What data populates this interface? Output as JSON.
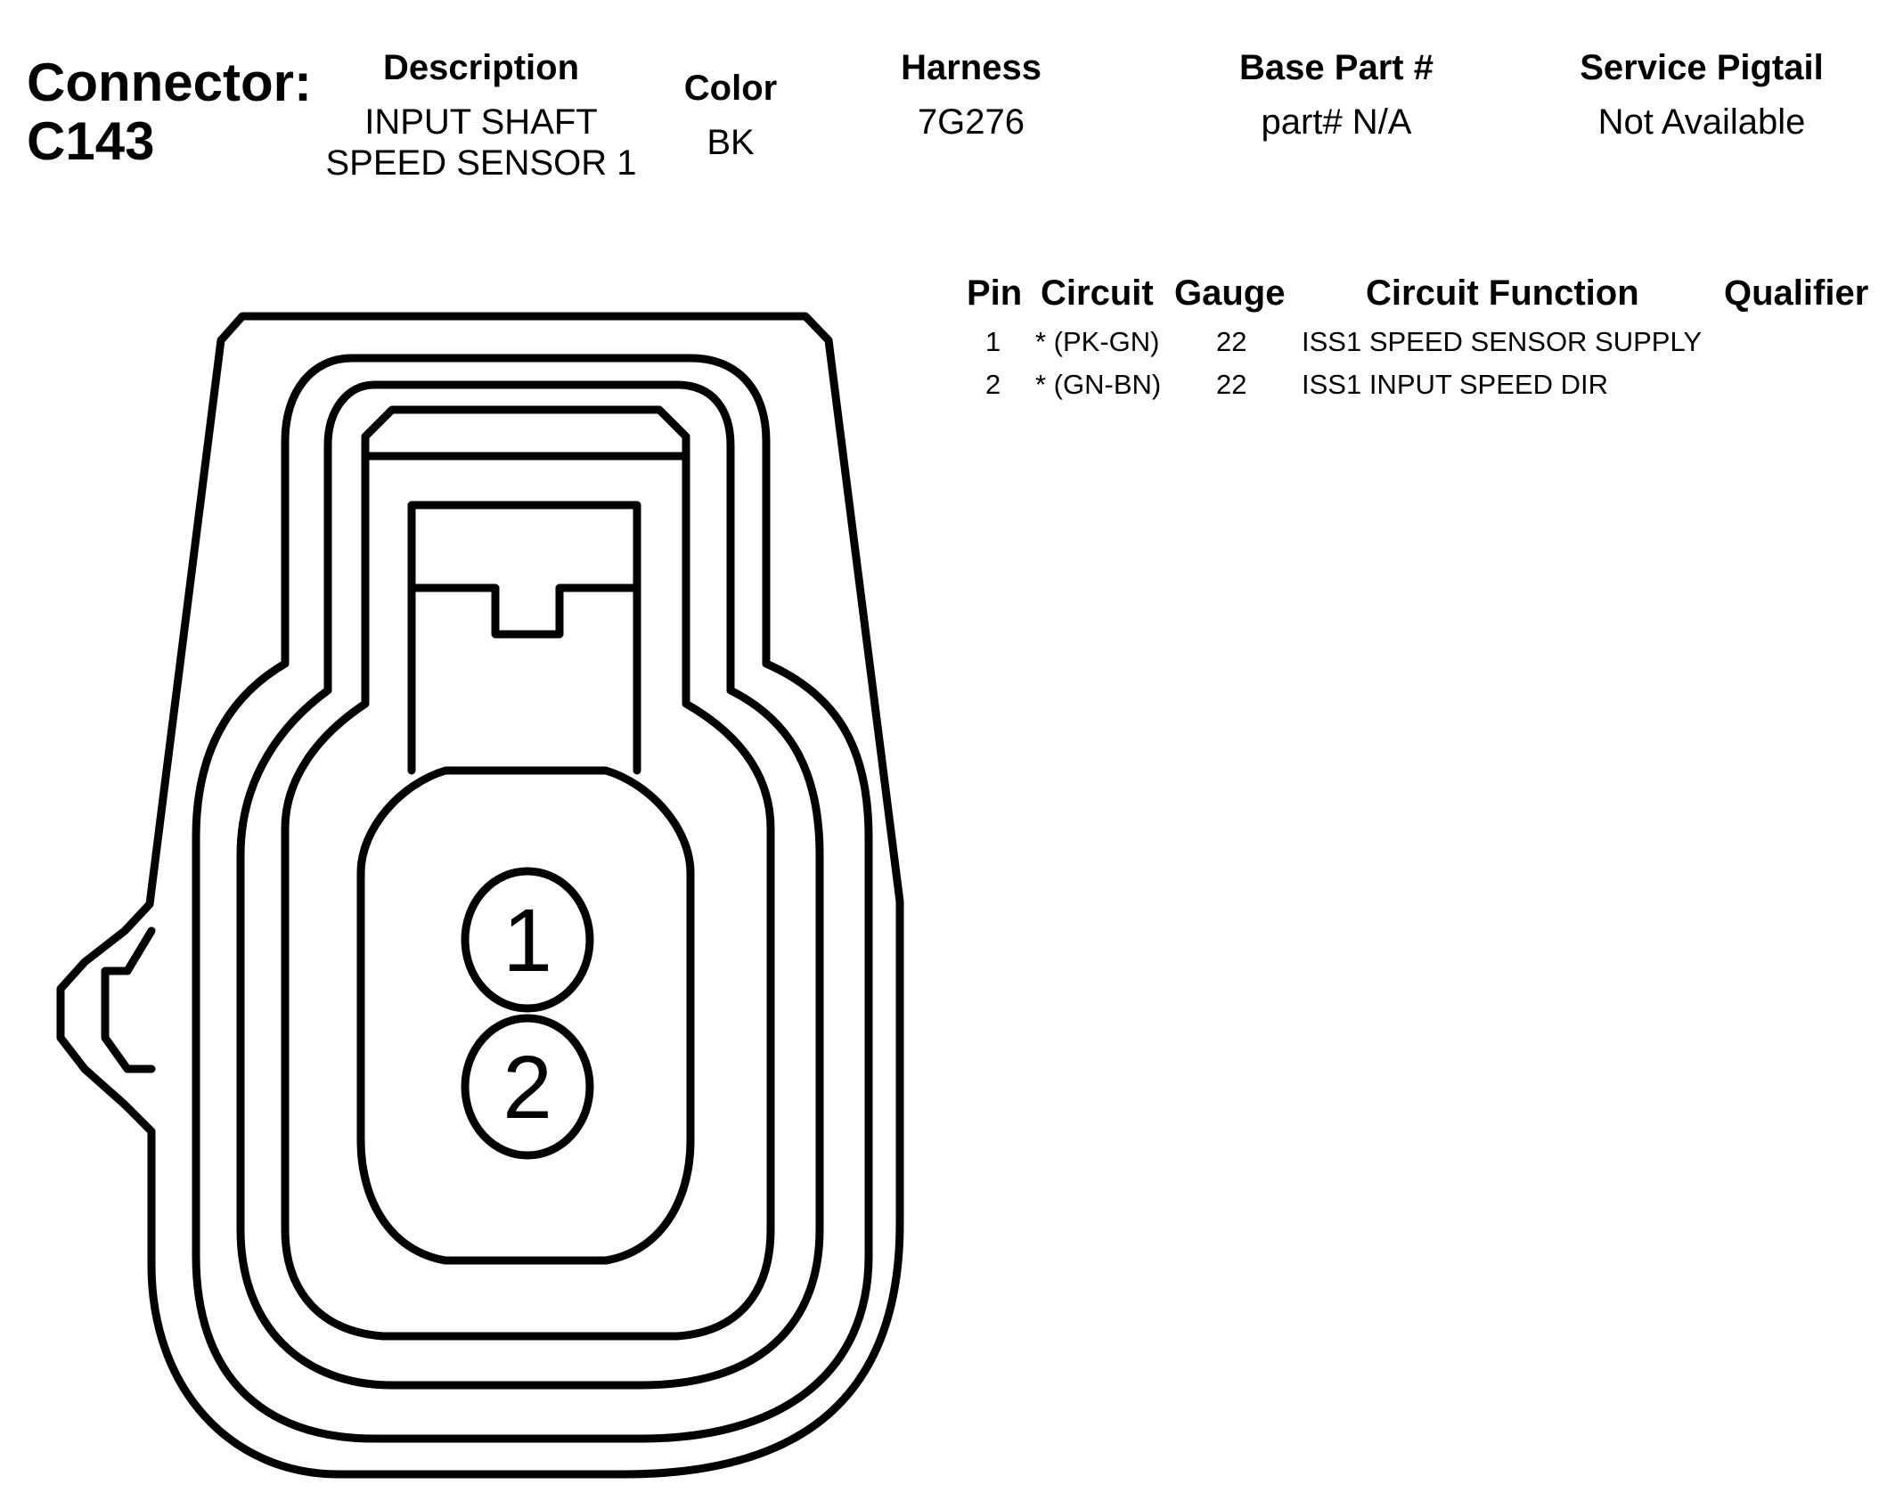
{
  "connector": {
    "label": "Connector:",
    "id": "C143"
  },
  "header": {
    "description_label": "Description",
    "description_line1": "INPUT SHAFT",
    "description_line2": "SPEED SENSOR 1",
    "color_label": "Color",
    "color_value": "BK",
    "harness_label": "Harness",
    "harness_value": "7G276",
    "base_part_label": "Base Part #",
    "base_part_value": "part# N/A",
    "service_pigtail_label": "Service Pigtail",
    "service_pigtail_value": "Not Available"
  },
  "pin_table": {
    "headers": {
      "pin": "Pin",
      "circuit": "Circuit",
      "gauge": "Gauge",
      "function": "Circuit Function",
      "qualifier": "Qualifier"
    },
    "rows": [
      {
        "pin": "1",
        "circuit": "* (PK-GN)",
        "gauge": "22",
        "function": "ISS1 SPEED SENSOR SUPPLY",
        "qualifier": ""
      },
      {
        "pin": "2",
        "circuit": "* (GN-BN)",
        "gauge": "22",
        "function": "ISS1 INPUT SPEED DIR",
        "qualifier": ""
      }
    ]
  },
  "diagram": {
    "pin_labels": [
      "1",
      "2"
    ],
    "stroke_color": "#000000",
    "fill_color": "#ffffff"
  }
}
